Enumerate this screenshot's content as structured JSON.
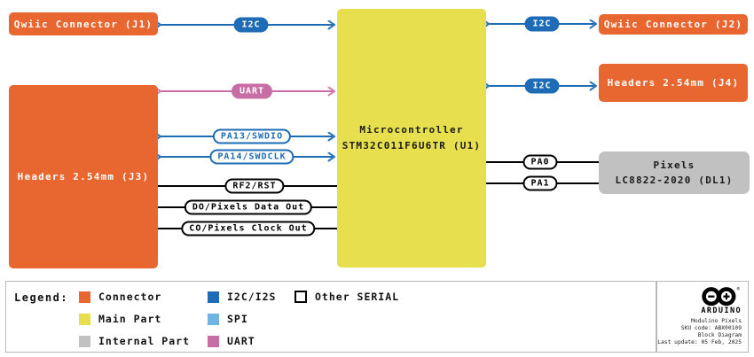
{
  "colors": {
    "connector": "#E8662F",
    "main_part": "#E7DF4D",
    "internal_part": "#C1C1C1",
    "i2c": "#1E6CB5",
    "spi": "#6FB4E4",
    "uart": "#C76EA4"
  },
  "diagram": {
    "boxes": {
      "j1": {
        "label": "Qwiic Connector (J1)"
      },
      "j2": {
        "label": "Qwiic Connector (J2)"
      },
      "j3": {
        "label": "Headers 2.54mm (J3)"
      },
      "j4": {
        "label": "Headers 2.54mm (J4)"
      },
      "mcu": {
        "line1": "Microcontroller",
        "line2": "STM32C011F6U6TR (U1)"
      },
      "pixels": {
        "line1": "Pixels",
        "line2": "LC8822-2020 (DL1)"
      }
    },
    "labels": {
      "i2c_j1": "I2C",
      "i2c_j2": "I2C",
      "i2c_j4": "I2C",
      "uart": "UART",
      "pa13": "PA13/SWDIO",
      "pa14": "PA14/SWDCLK",
      "rf2": "RF2/RST",
      "data_out": "DO/Pixels Data Out",
      "clock_out": "CO/Pixels Clock Out",
      "pa0": "PA0",
      "pa1": "PA1"
    }
  },
  "legend": {
    "title": "Legend:",
    "items": [
      {
        "label": "Connector",
        "color": "#E8662F"
      },
      {
        "label": "Main Part",
        "color": "#E7DF4D"
      },
      {
        "label": "Internal Part",
        "color": "#C1C1C1"
      },
      {
        "label": "I2C/I2S",
        "color": "#1E6CB5"
      },
      {
        "label": "SPI",
        "color": "#6FB4E4"
      },
      {
        "label": "UART",
        "color": "#C76EA4"
      },
      {
        "label": "Other SERIAL",
        "color": "#FFFFFF"
      }
    ]
  },
  "footer": {
    "brand": "ARDUINO",
    "lines": [
      "Modulino Pixels",
      "SKU code: ABX00109",
      "Block Diagram",
      "Last update: 05 Feb, 2025"
    ]
  }
}
